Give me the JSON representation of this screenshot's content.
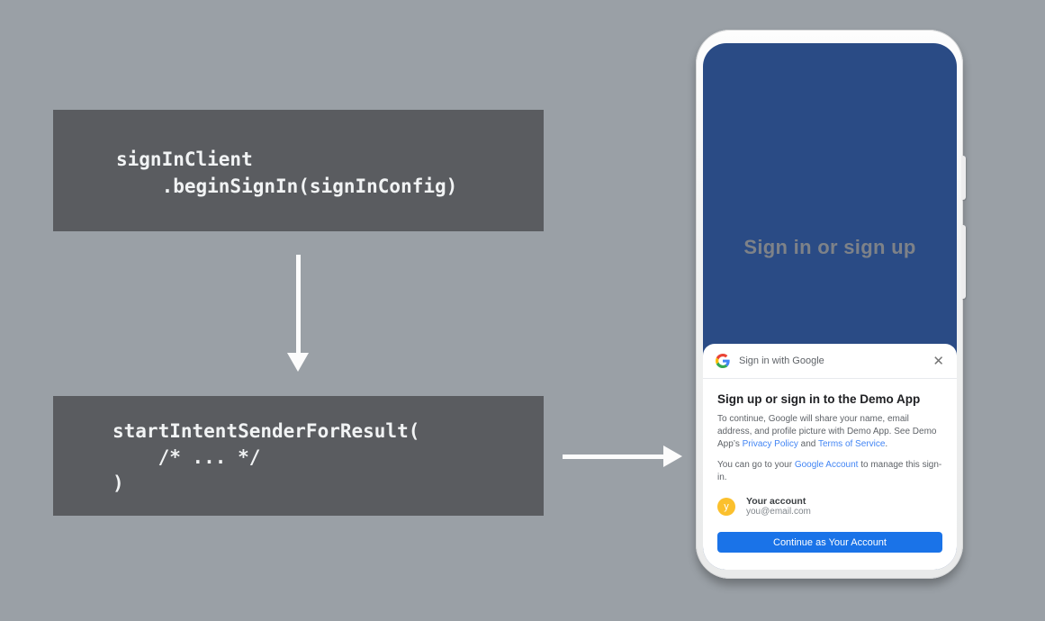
{
  "colors": {
    "background": "#9aa0a6",
    "code_block_bg": "#5a5c60",
    "phone_screen_blue": "#2a4b85",
    "button_blue": "#1a73e8",
    "link_blue": "#4285f4",
    "avatar_yellow": "#fbc02d"
  },
  "diagram": {
    "code_block_1": "signInClient\n    .beginSignIn(signInConfig)",
    "code_block_2": "startIntentSenderForResult(\n    /* ... */\n)"
  },
  "icons": {
    "google_g": "google-g-logo",
    "close": "✕",
    "arrow_down": "down-arrow",
    "arrow_right": "right-arrow"
  },
  "phone": {
    "screen_title": "Sign in or sign up",
    "sheet": {
      "header_label": "Sign in with Google",
      "heading": "Sign up or sign in to the Demo App",
      "para1_before": "To continue, Google will share your name, email address, and profile picture with Demo App. See Demo App’s ",
      "privacy_link": "Privacy Policy",
      "para1_mid": " and ",
      "terms_link": "Terms of Service",
      "para1_after": ".",
      "para2_before": "You can go to your ",
      "account_link": "Google Account",
      "para2_after": " to manage this sign-in.",
      "account": {
        "avatar_letter": "y",
        "name": "Your account",
        "email": "you@email.com"
      },
      "button_label": "Continue as Your Account"
    }
  }
}
